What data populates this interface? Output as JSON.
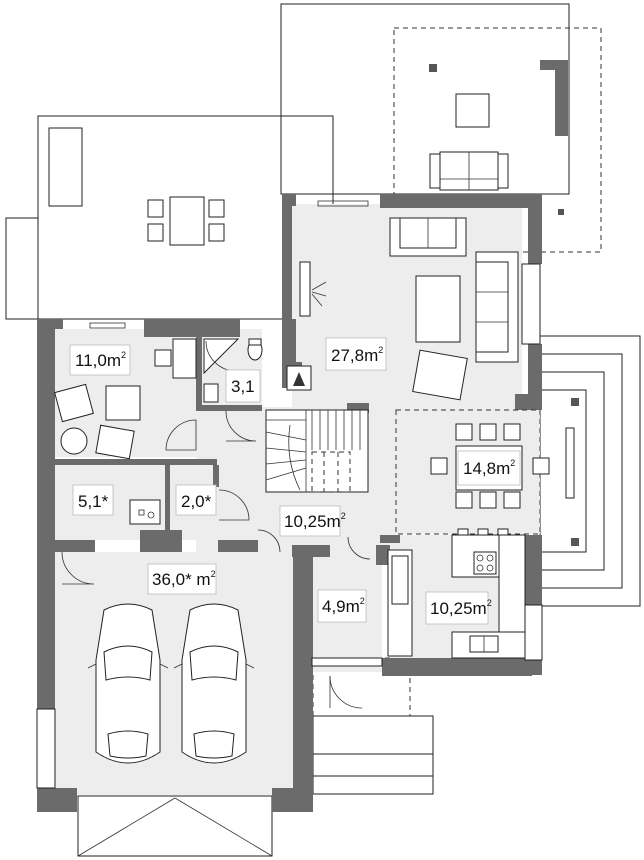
{
  "plan": {
    "rooms": [
      {
        "id": "living",
        "label": "27,8m",
        "sup": "2"
      },
      {
        "id": "office",
        "label": "11,0m",
        "sup": "2"
      },
      {
        "id": "wc",
        "label": "3,1",
        "sup": ""
      },
      {
        "id": "dining",
        "label": "14,8m",
        "sup": "2"
      },
      {
        "id": "utility",
        "label": "5,1*",
        "sup": ""
      },
      {
        "id": "storage",
        "label": "2,0*",
        "sup": ""
      },
      {
        "id": "hall",
        "label": "10,25m",
        "sup": "2"
      },
      {
        "id": "garage",
        "label": "36,0* m",
        "sup": "2"
      },
      {
        "id": "vestibule",
        "label": "4,9m",
        "sup": "2"
      },
      {
        "id": "kitchen",
        "label": "10,25m",
        "sup": "2"
      }
    ],
    "colors": {
      "wall": "#6b6b6b",
      "floor": "#ededed",
      "outline": "#222222"
    }
  }
}
